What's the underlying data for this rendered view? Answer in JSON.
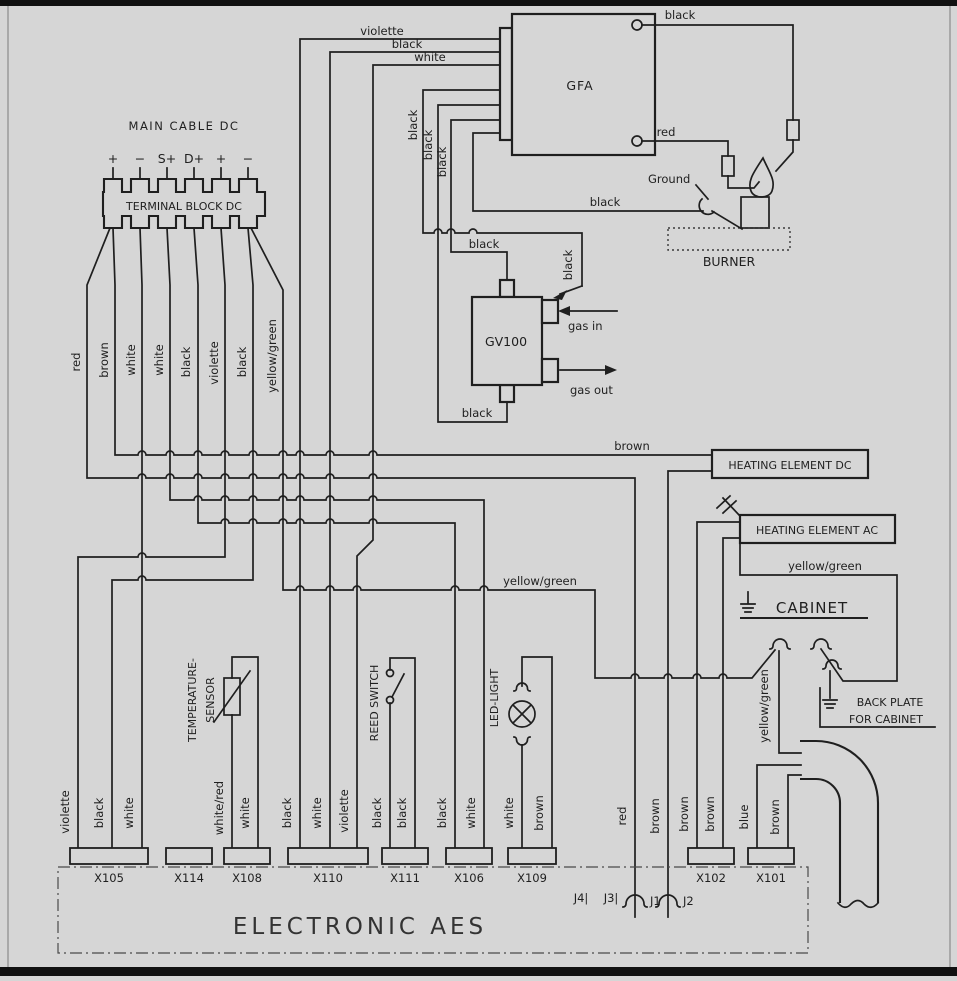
{
  "title_block": {
    "main_cable": "MAIN CABLE DC",
    "terminal_block": "TERMINAL BLOCK DC",
    "pins": [
      "+",
      "−",
      "S+",
      "D+",
      "+",
      "−"
    ]
  },
  "components": {
    "gfa": "GFA",
    "gv100": "GV100",
    "burner": "BURNER",
    "ground_label": "Ground",
    "gas_in": "gas in",
    "gas_out": "gas out",
    "heating_dc": "HEATING ELEMENT DC",
    "heating_ac": "HEATING ELEMENT AC",
    "cabinet": "CABINET",
    "back_plate_line1": "BACK PLATE",
    "back_plate_line2": "FOR CABINET",
    "temp_sensor_line1": "TEMPERATURE-",
    "temp_sensor_line2": "SENSOR",
    "reed_switch": "REED SWITCH",
    "led_light": "LED-LIGHT",
    "electronic_aes": "ELECTRONIC AES"
  },
  "connectors": {
    "x105": "X105",
    "x114": "X114",
    "x108": "X108",
    "x110": "X110",
    "x111": "X111",
    "x106": "X106",
    "x109": "X109",
    "x102": "X102",
    "x101": "X101"
  },
  "jacks": {
    "j4": "J4|",
    "j3": "J3|",
    "j1": "J1",
    "j2": "J2"
  },
  "wires": {
    "left_bundle": [
      "red",
      "brown",
      "white",
      "white",
      "black",
      "violette",
      "black",
      "yellow/green"
    ],
    "gfa_inputs": [
      "violette",
      "black",
      "white"
    ],
    "gfa_black_bundle": [
      "black",
      "black",
      "black"
    ],
    "gfa_top_out": "black",
    "gfa_bottom_out": "red",
    "burner_ground": "black",
    "gv_top": "black",
    "gv_bottom": "black",
    "gv_right": "black",
    "he_dc": "brown",
    "yg_mid": "yellow/green",
    "yg_cabinet": "yellow/green",
    "yg_ac": "yellow/green",
    "x105": [
      "violette",
      "black",
      "white"
    ],
    "x108": [
      "white/red",
      "white"
    ],
    "x110": [
      "black",
      "white",
      "violette"
    ],
    "x111": [
      "black",
      "black"
    ],
    "x106": [
      "black",
      "white"
    ],
    "x109": [
      "white",
      "brown"
    ],
    "j_wires": [
      "red",
      "brown"
    ],
    "x102": [
      "brown",
      "brown"
    ],
    "x101": [
      "blue",
      "brown"
    ]
  },
  "colors": {
    "line": "#1f1f1f",
    "background": "#d6d6d6",
    "frame": "#111111"
  }
}
